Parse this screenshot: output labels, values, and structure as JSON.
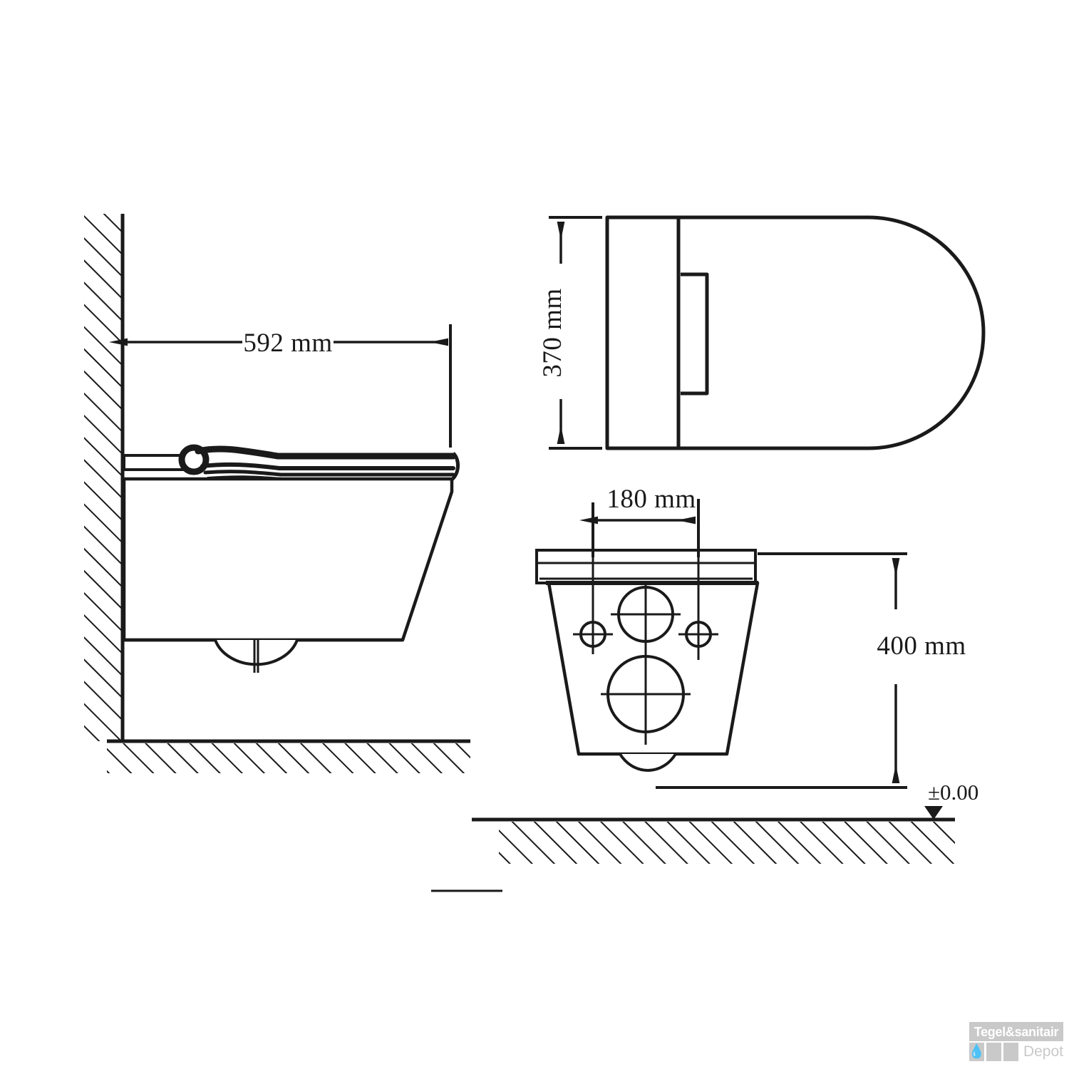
{
  "document": {
    "type": "technical-drawing",
    "subject": "wall-hung-toilet",
    "background_color": "#ffffff",
    "line_color": "#1a1a1a"
  },
  "views": {
    "side_elevation": {
      "name": "side-elevation-view",
      "label": "Side elevation with wall and floor",
      "wall": {
        "name": "wall-hatching",
        "hatch_angle_deg": 45
      },
      "floor": {
        "name": "floor-hatching",
        "hatch_angle_deg": 45
      }
    },
    "top_plan": {
      "name": "top-plan-view",
      "label": "Top plan view of seat and lid"
    },
    "front_elevation": {
      "name": "front-elevation-view",
      "label": "Front elevation with mounting holes and outlet"
    }
  },
  "dimensions": {
    "depth": {
      "value": "592 mm",
      "name": "dimension-depth-592",
      "orientation": "horizontal",
      "view": "side_elevation"
    },
    "width": {
      "value": "370 mm",
      "name": "dimension-width-370",
      "orientation": "vertical-rotated",
      "view": "top_plan"
    },
    "bolt_spacing": {
      "value": "180 mm",
      "name": "dimension-bolt-spacing-180",
      "orientation": "horizontal",
      "view": "front_elevation"
    },
    "seat_height": {
      "value": "400 mm",
      "name": "dimension-seat-height-400",
      "orientation": "vertical",
      "view": "front_elevation"
    }
  },
  "annotations": {
    "datum": {
      "value": "±0.00",
      "name": "datum-level-marker",
      "description": "finished floor level reference"
    }
  },
  "branding": {
    "bar_text": "Tegel&sanitair",
    "depot_text": "Depot",
    "drop_icon": "water-drop-icon",
    "bar_color": "#c9c9c9",
    "text_color": "#ffffff"
  }
}
